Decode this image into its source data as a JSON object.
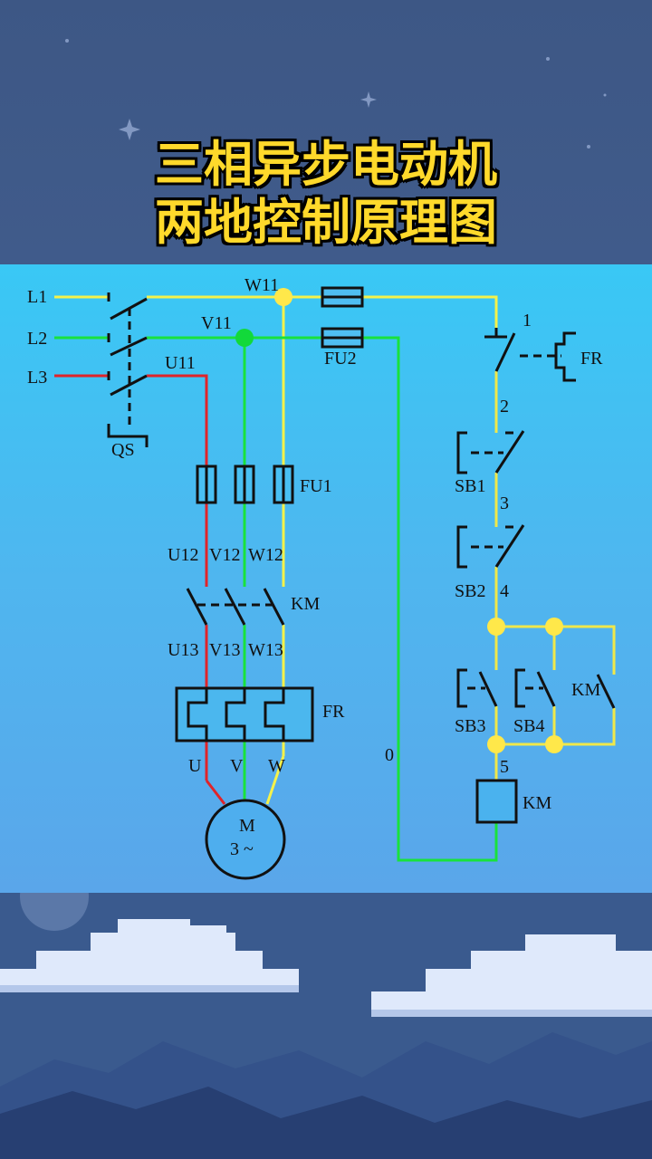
{
  "title": {
    "line1": "三相异步电动机",
    "line2": "两地控制原理图"
  },
  "labels": {
    "L1": "L1",
    "L2": "L2",
    "L3": "L3",
    "W11": "W11",
    "V11": "V11",
    "U11": "U11",
    "QS": "QS",
    "FU2": "FU2",
    "FU1": "FU1",
    "U12": "U12",
    "V12": "V12",
    "W12": "W12",
    "KM_main": "KM",
    "U13": "U13",
    "V13": "V13",
    "W13": "W13",
    "FR_main": "FR",
    "U": "U",
    "V": "V",
    "W": "W",
    "M": "M",
    "phase": "3 ~",
    "wire0": "0",
    "n1": "1",
    "FR_ctrl": "FR",
    "n2": "2",
    "SB1": "SB1",
    "n3": "3",
    "SB2": "SB2",
    "n4": "4",
    "SB3": "SB3",
    "SB4": "SB4",
    "KM_aux": "KM",
    "n5": "5",
    "KM_coil": "KM"
  },
  "colors": {
    "phaseL1": "#f5f24a",
    "phaseL2": "#19e23c",
    "phaseL3": "#e0242a",
    "control": "#f0e84a",
    "junction_yellow": "#ffe84a",
    "junction_green": "#12d93a",
    "symbol": "#111111",
    "title": "#ffd92b"
  }
}
